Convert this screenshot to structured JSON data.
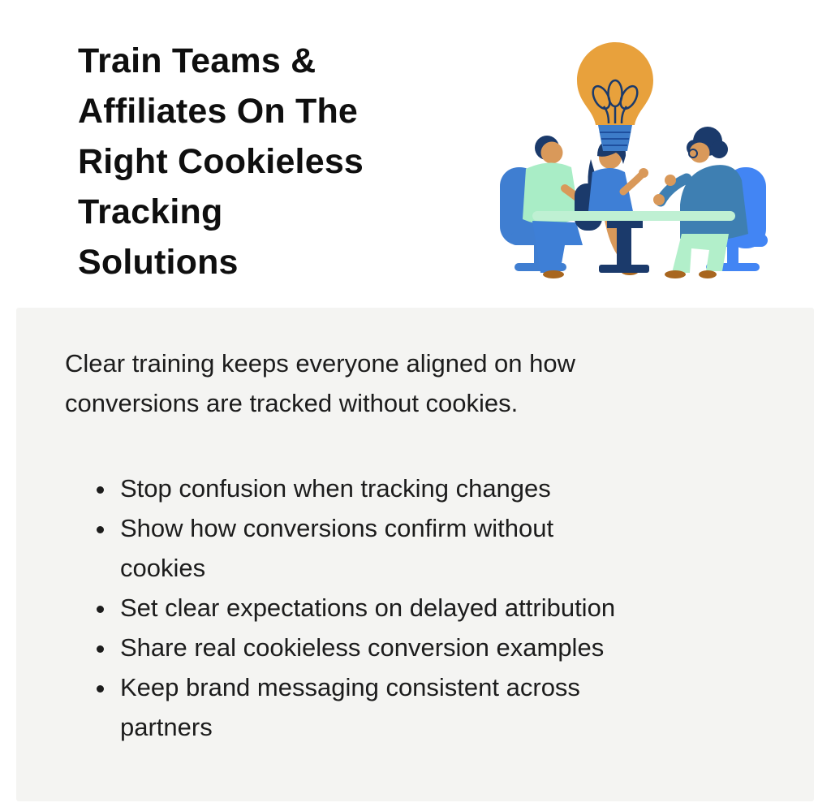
{
  "header": {
    "title": "Train Teams &\nAffiliates On The\nRight Cookieless\nTracking\nSolutions"
  },
  "illustration": {
    "name": "team-meeting-idea-lightbulb",
    "colors": {
      "bulb": "#E8A13C",
      "bulb_base": "#3D7CC9",
      "bulb_base_line": "#1E4F9E",
      "navy": "#1B3A6B",
      "mint": "#A9EDC6",
      "mint_light": "#BFF0D3",
      "mint_pants": "#B2EFCA",
      "skin": "#D9995A",
      "blue": "#3E7FD6",
      "chair_left": "#3F7ED1",
      "chair_right": "#4285F4",
      "sweater": "#3E7FB2",
      "shoe": "#A8661F"
    }
  },
  "content": {
    "background": "#f4f4f2",
    "intro": "Clear training keeps everyone aligned on how\nconversions are tracked without cookies.",
    "bullets": [
      "Stop confusion when tracking changes",
      "Show how conversions confirm without\ncookies",
      "Set clear expectations on delayed attribution",
      "Share real cookieless conversion examples",
      "Keep brand messaging consistent across\npartners"
    ]
  }
}
